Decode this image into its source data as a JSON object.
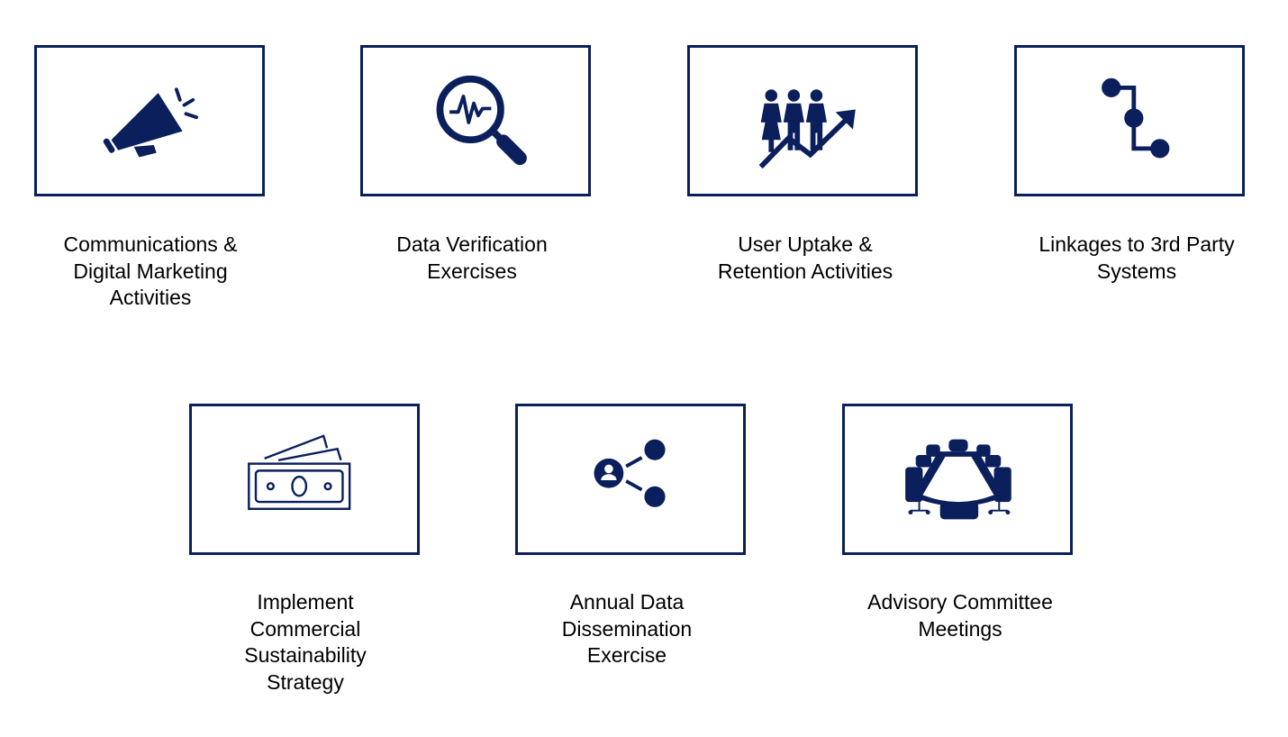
{
  "colors": {
    "navy": "#0a1f5c",
    "text": "#000000",
    "background": "#ffffff"
  },
  "items": [
    {
      "icon": "megaphone-icon",
      "label": "Communications &\nDigital Marketing\nActivities"
    },
    {
      "icon": "magnifier-pulse-icon",
      "label": "Data Verification\nExercises"
    },
    {
      "icon": "people-growth-icon",
      "label": "User Uptake &\nRetention Activities"
    },
    {
      "icon": "connected-nodes-icon",
      "label": "Linkages to 3rd Party\nSystems"
    },
    {
      "icon": "banknote-icon",
      "label": "Implement\nCommercial\nSustainability\nStrategy"
    },
    {
      "icon": "share-network-icon",
      "label": "Annual Data\nDissemination\nExercise"
    },
    {
      "icon": "meeting-table-icon",
      "label": "Advisory Committee\nMeetings"
    }
  ]
}
